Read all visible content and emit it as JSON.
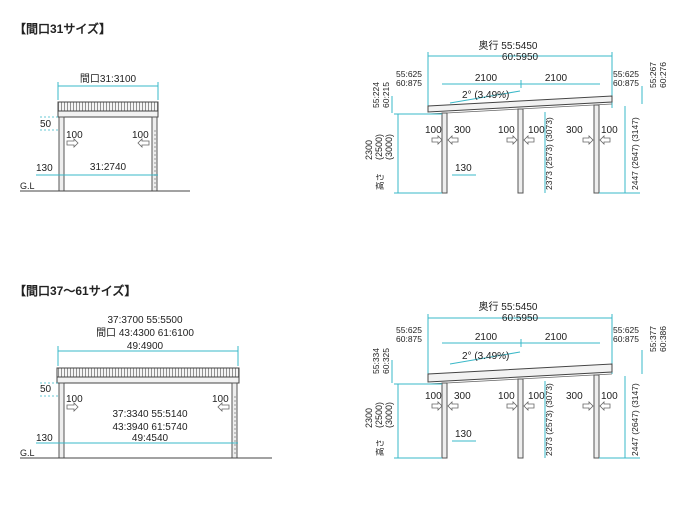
{
  "sections": [
    {
      "title": "【間口31サイズ】",
      "front": {
        "width_label": "間口31:3100",
        "roof_height": "50",
        "left_offset": "100",
        "right_offset": "100",
        "base_height": "130",
        "inner_width": "31:2740",
        "ground": "G.L"
      },
      "side": {
        "depth_line1": "奥行 55:5450",
        "depth_line2": "60:5950",
        "left_overhang_1": "55:625",
        "left_overhang_2": "60:875",
        "right_overhang_1": "55:625",
        "right_overhang_2": "60:875",
        "span_1": "2100",
        "span_2": "2100",
        "slope": "2° (3.49%)",
        "roof_thick_left_1": "55:224",
        "roof_thick_left_2": "60:215",
        "roof_thick_right_1": "55:267",
        "roof_thick_right_2": "60:276",
        "height_1": "2300",
        "height_2": "(2500)",
        "height_3": "(3000)",
        "height_label": "高さ",
        "post_off_a": "100",
        "post_off_b": "300",
        "post_off_c": "100",
        "post_off_d": "100",
        "post_off_e": "300",
        "post_off_f": "100",
        "base_height": "130",
        "mid_height": "2373 (2573) (3073)",
        "right_height": "2447 (2647) (3147)"
      }
    },
    {
      "title": "【間口37～61サイズ】",
      "front": {
        "width_row1": "37:3700  55:5500",
        "width_row2": "間口 43:4300  61:6100",
        "width_row3": "49:4900",
        "roof_height": "50",
        "left_offset": "100",
        "right_offset": "100",
        "inner_row1": "37:3340  55:5140",
        "inner_row2": "43:3940  61:5740",
        "inner_row3": "49:4540",
        "base_height": "130",
        "ground": "G.L"
      },
      "side": {
        "depth_line1": "奥行 55:5450",
        "depth_line2": "60:5950",
        "left_overhang_1": "55:625",
        "left_overhang_2": "60:875",
        "right_overhang_1": "55:625",
        "right_overhang_2": "60:875",
        "span_1": "2100",
        "span_2": "2100",
        "slope": "2° (3.49%)",
        "roof_thick_left_1": "55:334",
        "roof_thick_left_2": "60:325",
        "roof_thick_right_1": "55:377",
        "roof_thick_right_2": "60:386",
        "height_1": "2300",
        "height_2": "(2500)",
        "height_3": "(3000)",
        "height_label": "高さ",
        "post_off_a": "100",
        "post_off_b": "300",
        "post_off_c": "100",
        "post_off_d": "100",
        "post_off_e": "300",
        "post_off_f": "100",
        "base_height": "130",
        "mid_height": "2373 (2573) (3073)",
        "right_height": "2447 (2647) (3147)"
      }
    }
  ]
}
